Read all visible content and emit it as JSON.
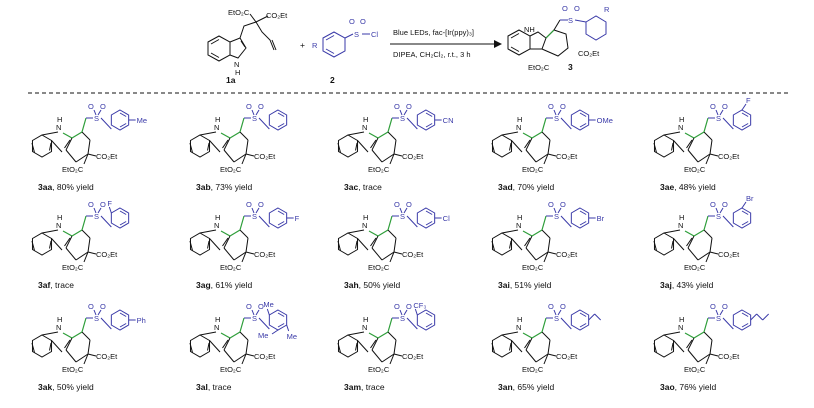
{
  "scheme": {
    "sm1_label": "1a",
    "sm2_label": "2",
    "product_label": "3",
    "plus": "+",
    "sm1_ester1": "EtO₂C",
    "sm1_ester2": "CO₂Et",
    "sm1_nh": "N",
    "sm1_h": "H",
    "sm2_r": "R",
    "sm2_s": "S",
    "sm2_cl": "Cl",
    "sm2_o": "O",
    "cond_line1": "Blue LEDs, fac-[Ir(ppy)₃]",
    "cond_line2": "DIPEA, CH₂Cl₂, r.t., 3 h",
    "prod_r": "R",
    "prod_ester1": "CO₂Et",
    "prod_ester2": "EtO₂C"
  },
  "common": {
    "nh": "NH",
    "h": "H",
    "n": "N",
    "s": "S",
    "o": "O",
    "ester_right": "CO₂Et",
    "ester_left": "EtO₂C"
  },
  "compounds": [
    {
      "id": "3aa",
      "result": ", 80% yield",
      "sub": "Me",
      "pos": "para"
    },
    {
      "id": "3ab",
      "result": ", 73% yield",
      "sub": "",
      "pos": "none"
    },
    {
      "id": "3ac",
      "result": ", trace",
      "sub": "CN",
      "pos": "para"
    },
    {
      "id": "3ad",
      "result": ", 70% yield",
      "sub": "OMe",
      "pos": "para"
    },
    {
      "id": "3ae",
      "result": ", 48% yield",
      "sub": "F",
      "pos": "meta"
    },
    {
      "id": "3af",
      "result": ", trace",
      "sub": "F",
      "pos": "ortho"
    },
    {
      "id": "3ag",
      "result": ", 61% yield",
      "sub": "F",
      "pos": "para"
    },
    {
      "id": "3ah",
      "result": ", 50% yield",
      "sub": "Cl",
      "pos": "para"
    },
    {
      "id": "3ai",
      "result": ", 51% yield",
      "sub": "Br",
      "pos": "para"
    },
    {
      "id": "3aj",
      "result": ", 43% yield",
      "sub": "Br",
      "pos": "meta"
    },
    {
      "id": "3ak",
      "result": ", 50% yield",
      "sub": "Ph",
      "pos": "para"
    },
    {
      "id": "3al",
      "result": ", trace",
      "sub": "Me",
      "pos": "mesityl"
    },
    {
      "id": "3am",
      "result": ", trace",
      "sub": "CF₃",
      "pos": "ortho"
    },
    {
      "id": "3an",
      "result": ", 65% yield",
      "sub": "",
      "pos": "ethyl"
    },
    {
      "id": "3ao",
      "result": ", 76% yield",
      "sub": "",
      "pos": "propyl"
    }
  ],
  "colors": {
    "bond": "#111111",
    "green_bond": "#2e9e3a",
    "sulfonyl_blue": "#3a3aa8"
  }
}
